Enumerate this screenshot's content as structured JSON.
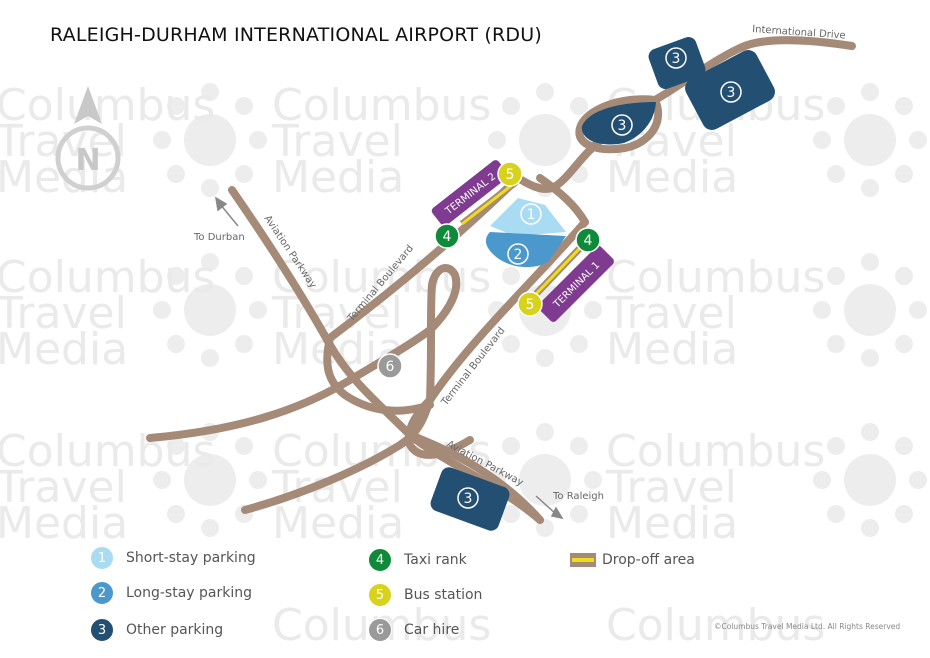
{
  "title": "RALEIGH-DURHAM INTERNATIONAL AIRPORT (RDU)",
  "compass": {
    "letter": "N",
    "icon": "north-arrow-icon"
  },
  "watermark": {
    "line1": "Columbus",
    "line2": "Travel",
    "line3": "Media"
  },
  "roads": {
    "international_drive": "International Drive",
    "aviation_parkway_north": "Aviation Parkway",
    "aviation_parkway_south": "Aviation Parkway",
    "terminal_boulevard_north": "Terminal Boulevard",
    "terminal_boulevard_south": "Terminal Boulevard"
  },
  "directions": {
    "to_durban": "To Durban",
    "to_raleigh": "To Raleigh"
  },
  "terminals": {
    "t1": "TERMINAL 1",
    "t2": "TERMINAL 2"
  },
  "markers": {
    "one": "1",
    "two": "2",
    "three": "3",
    "four": "4",
    "five": "5",
    "six": "6"
  },
  "legend": {
    "short_stay": {
      "num": "1",
      "label": "Short-stay parking",
      "color": "#a9dbf2"
    },
    "long_stay": {
      "num": "2",
      "label": "Long-stay parking",
      "color": "#4a98cc"
    },
    "other": {
      "num": "3",
      "label": "Other parking",
      "color": "#234f73"
    },
    "taxi": {
      "num": "4",
      "label": "Taxi rank",
      "color": "#0f8a3a"
    },
    "bus": {
      "num": "5",
      "label": "Bus station",
      "color": "#d9d21b"
    },
    "car_hire": {
      "num": "6",
      "label": "Car hire",
      "color": "#9a9a9a"
    },
    "dropoff": {
      "label": "Drop-off area"
    }
  },
  "colors": {
    "road": "#a58a78",
    "terminal": "#7e3b8f",
    "dropoff": "#f0dd1a"
  },
  "copyright": "©Columbus Travel Media Ltd. All Rights Reserved"
}
